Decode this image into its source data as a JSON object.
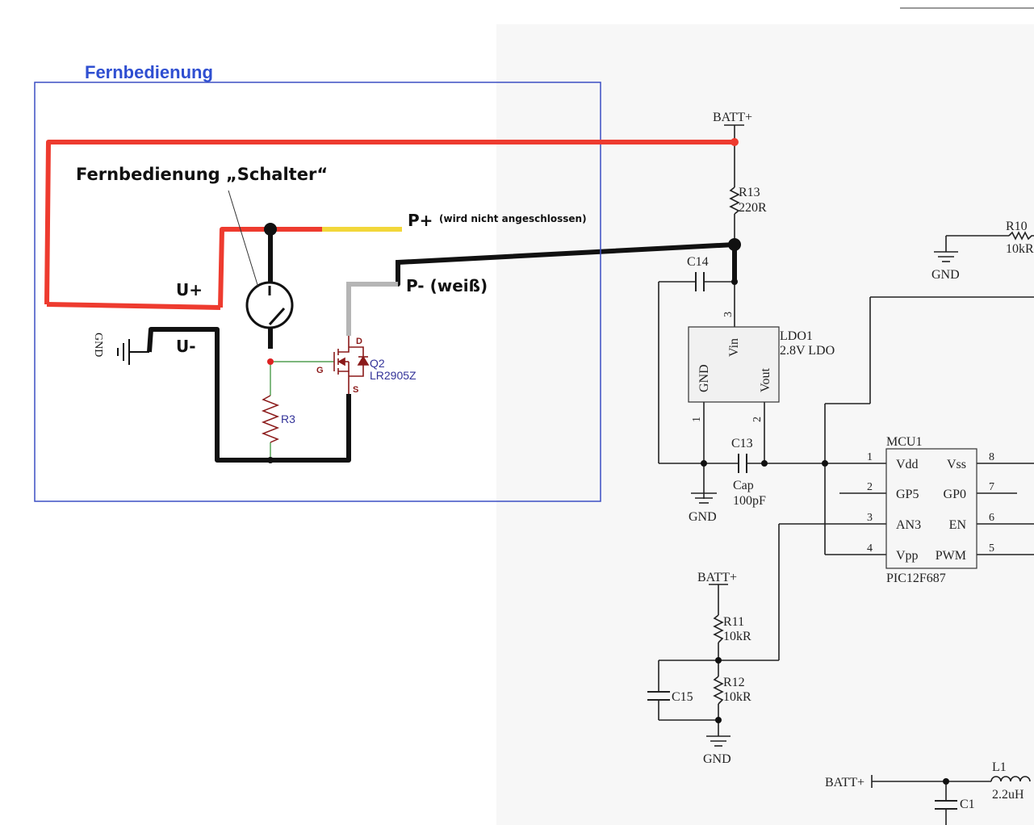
{
  "remote": {
    "title": "Fernbedienung",
    "switch_label": "Fernbedienung „Schalter“",
    "p_plus": "P+",
    "p_plus_note": "(wird nicht angeschlossen)",
    "p_minus": "P- (weiß)",
    "u_plus": "U+",
    "u_minus": "U-",
    "gnd": "GND",
    "q2_ref": "Q2",
    "q2_value": "LR2905Z",
    "pin_d": "D",
    "pin_g": "G",
    "pin_s": "S",
    "r3_ref": "R3"
  },
  "schematic": {
    "batt_top": "BATT+",
    "r13_ref": "R13",
    "r13_val": "220R",
    "c14_ref": "C14",
    "ldo_ref": "LDO1",
    "ldo_val": "2.8V LDO",
    "ldo_vin": "Vin",
    "ldo_gnd": "GND",
    "ldo_vout": "Vout",
    "ldo_pin3": "3",
    "ldo_pin1": "1",
    "ldo_pin2": "2",
    "c13_ref": "C13",
    "c13_type": "Cap",
    "c13_val": "100pF",
    "gnd_ldo": "GND",
    "r10_ref": "R10",
    "r10_val": "10kR",
    "gnd_r10": "GND",
    "mcu_ref": "MCU1",
    "mcu_part": "PIC12F687",
    "mcu_pins_left": [
      {
        "num": "1",
        "name": "Vdd"
      },
      {
        "num": "2",
        "name": "GP5"
      },
      {
        "num": "3",
        "name": "AN3"
      },
      {
        "num": "4",
        "name": "Vpp"
      }
    ],
    "mcu_pins_right": [
      {
        "num": "8",
        "name": "Vss"
      },
      {
        "num": "7",
        "name": "GP0"
      },
      {
        "num": "6",
        "name": "EN"
      },
      {
        "num": "5",
        "name": "PWM"
      }
    ],
    "batt_mid": "BATT+",
    "r11_ref": "R11",
    "r11_val": "10kR",
    "r12_ref": "R12",
    "r12_val": "10kR",
    "c15_ref": "C15",
    "gnd_div": "GND",
    "batt_bottom": "BATT+",
    "l1_ref": "L1",
    "l1_val": "2.2uH",
    "c1_ref": "C1"
  },
  "colors": {
    "red_wire": "#ee3b2f",
    "yellow_wire": "#f2d73a",
    "black_wire": "#111111",
    "grey_wire": "#b5b5b5",
    "box_border": "#3b4fc4",
    "title_blue": "#2f4fd1",
    "fet_red": "#8b1a1a",
    "green_net": "#2e8b2e"
  }
}
